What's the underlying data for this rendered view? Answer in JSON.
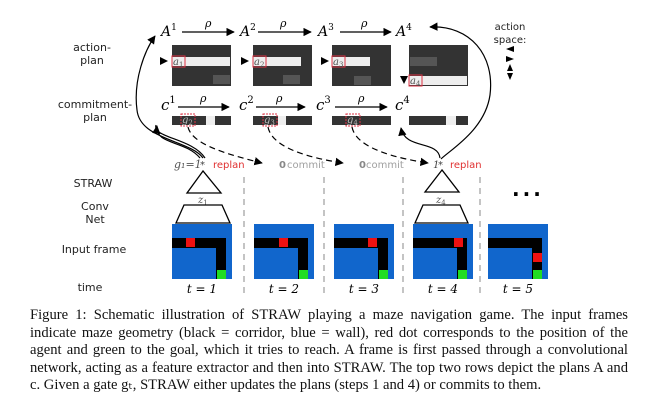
{
  "row_labels": {
    "action_plan": [
      "action-",
      "plan"
    ],
    "commitment_plan": [
      "commitment-",
      "plan"
    ],
    "straw": "STRAW",
    "conv_net": [
      "Conv",
      "Net"
    ],
    "input_frame": "Input frame",
    "time": "time"
  },
  "action_space": {
    "label": [
      "action",
      "space:"
    ],
    "icons": [
      "left-arrow-icon",
      "right-arrow-icon",
      "up-down-arrow-icon"
    ]
  },
  "plans": {
    "A_labels": [
      "A",
      "A",
      "A",
      "A"
    ],
    "A_superscripts": [
      "1",
      "2",
      "3",
      "4"
    ],
    "c_labels": [
      "c",
      "c",
      "c",
      "c"
    ],
    "c_superscripts": [
      "1",
      "2",
      "3",
      "4"
    ],
    "rho": "ρ",
    "action_markers": [
      {
        "base": "a",
        "sub": "1"
      },
      {
        "base": "a",
        "sub": "2"
      },
      {
        "base": "a",
        "sub": "3"
      },
      {
        "base": "a",
        "sub": "4"
      }
    ],
    "gate_markers": [
      {
        "base": "g",
        "sub": "2"
      },
      {
        "base": "g",
        "sub": "3"
      },
      {
        "base": "g",
        "sub": "4"
      }
    ]
  },
  "gates": [
    {
      "value": "g₁=1",
      "star": "*",
      "action": "replan",
      "color": "#e03030"
    },
    {
      "value": "0",
      "star": "",
      "action": "commit",
      "color": "#a0a0a0"
    },
    {
      "value": "0",
      "star": "",
      "action": "commit",
      "color": "#a0a0a0"
    },
    {
      "value": "1",
      "star": "*",
      "action": "replan",
      "color": "#e03030"
    }
  ],
  "z_labels": [
    {
      "base": "z",
      "sub": "1"
    },
    {
      "base": "z",
      "sub": "4"
    }
  ],
  "time_labels": [
    "t = 1",
    "t = 2",
    "t = 3",
    "t = 4",
    "t = 5"
  ],
  "ellipsis": "...",
  "colors": {
    "wall": "#1166cc",
    "corridor": "#000000",
    "agent": "#ee1111",
    "goal": "#22dd22",
    "plan_dark": "#333333",
    "plan_light": "#eeeeee",
    "highlight": "#dd3344",
    "replan": "#e03030",
    "commit": "#a0a0a0"
  },
  "caption": "Figure 1: Schematic illustration of STRAW playing a maze navigation game. The input frames indicate maze geometry (black = corridor, blue = wall), red dot corresponds to the position of the agent and green to the goal, which it tries to reach. A frame is first passed through a convolutional network, acting as a feature extractor and then into STRAW. The top two rows depict the plans A and c. Given a gate gₜ, STRAW either updates the plans (steps 1 and 4) or commits to them."
}
